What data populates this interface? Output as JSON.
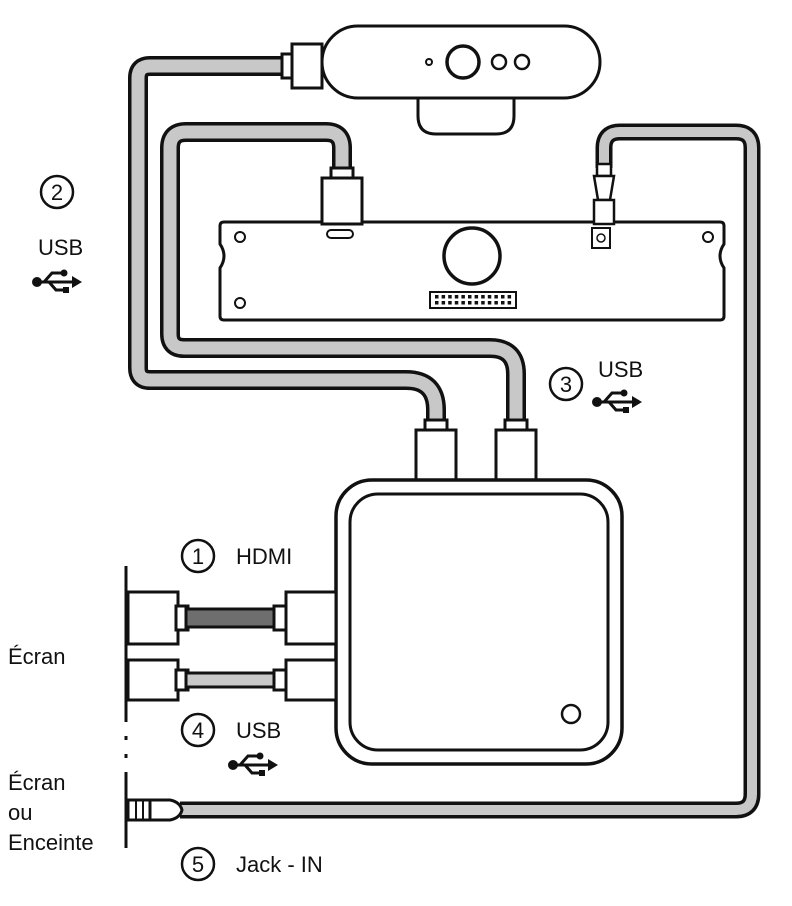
{
  "connections": [
    {
      "number": "1",
      "label": "HDMI"
    },
    {
      "number": "2",
      "label": "USB"
    },
    {
      "number": "3",
      "label": "USB"
    },
    {
      "number": "4",
      "label": "USB"
    },
    {
      "number": "5",
      "label": "Jack - IN"
    }
  ],
  "devices": {
    "screen_label": "Écran",
    "screen_or_speaker_label": [
      "Écran",
      "ou",
      "Enceinte"
    ]
  },
  "colors": {
    "stroke": "#111111",
    "cable_light": "#c8c8c8",
    "cable_hdmi": "#6e6e6e",
    "background": "#ffffff"
  },
  "icons": {
    "usb_symbol": "usb-icon"
  }
}
